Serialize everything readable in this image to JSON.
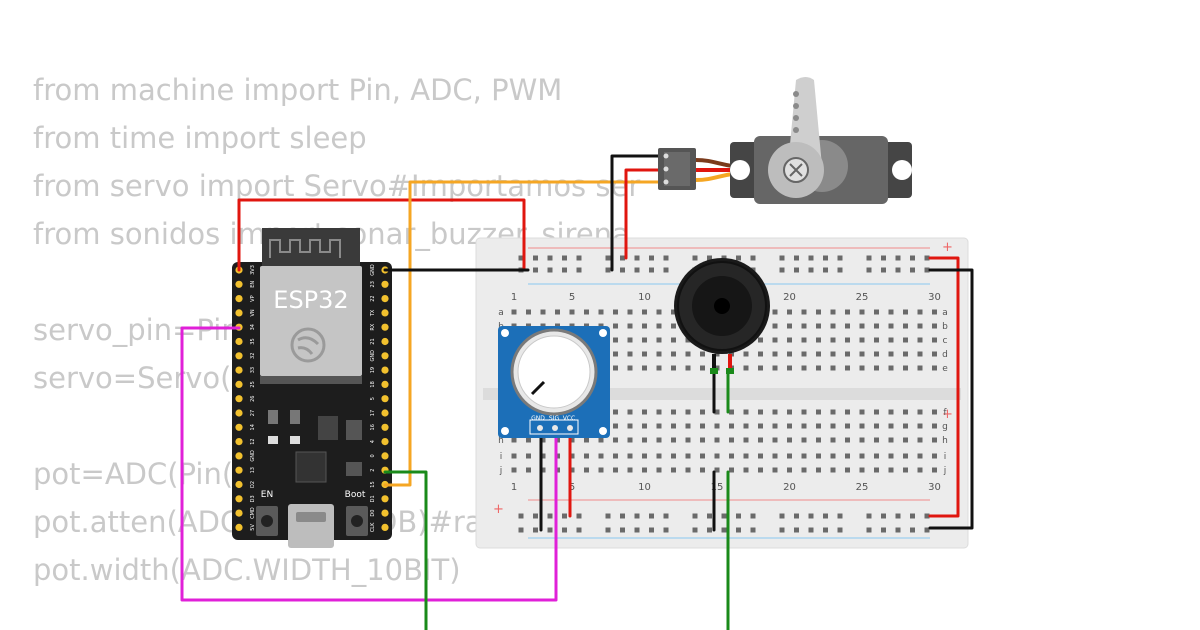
{
  "code_lines": [
    "from machine import Pin, ADC, PWM",
    "from time import sleep",
    "from servo import Servo#Importamos ser",
    "from sonidos import sonar_buzzer_sirena",
    "",
    "servo_pin=Pin",
    "servo=Servo(s",
    "",
    "pot=ADC(Pin(",
    "pot.atten(ADC.ATTN_11DB)#rango volt",
    "pot.width(ADC.WIDTH_10BIT)"
  ],
  "esp32": {
    "label": "ESP32",
    "en_label": "EN",
    "boot_label": "Boot",
    "left_pins": [
      "3V3",
      "EN",
      "VP",
      "VN",
      "34",
      "35",
      "32",
      "33",
      "25",
      "26",
      "27",
      "14",
      "12",
      "GND",
      "13",
      "D2",
      "D3",
      "CMD",
      "5V"
    ],
    "right_pins": [
      "GND",
      "23",
      "22",
      "TX",
      "RX",
      "21",
      "GND",
      "19",
      "18",
      "5",
      "17",
      "16",
      "4",
      "0",
      "2",
      "15",
      "D1",
      "D0",
      "CLK"
    ]
  },
  "breadboard": {
    "column_numbers": [
      "1",
      "5",
      "10",
      "15",
      "20",
      "25",
      "30"
    ],
    "row_letters_top": [
      "a",
      "b",
      "c",
      "d",
      "e"
    ],
    "row_letters_bottom": [
      "f",
      "g",
      "h",
      "i",
      "j"
    ],
    "plus": "+"
  },
  "potentiometer": {
    "pins": [
      "GND",
      "SIG",
      "VCC"
    ]
  },
  "colors": {
    "wire_red": "#e0160f",
    "wire_black": "#111111",
    "wire_orange": "#f5a623",
    "wire_magenta": "#e020d8",
    "wire_green": "#1a8a1a",
    "pot_blue": "#1c6fb8",
    "board_black": "#1d1d1d"
  },
  "icons": [
    "servo-motor-icon",
    "buzzer-icon",
    "potentiometer-icon",
    "espressif-logo-icon",
    "usb-port-icon"
  ]
}
